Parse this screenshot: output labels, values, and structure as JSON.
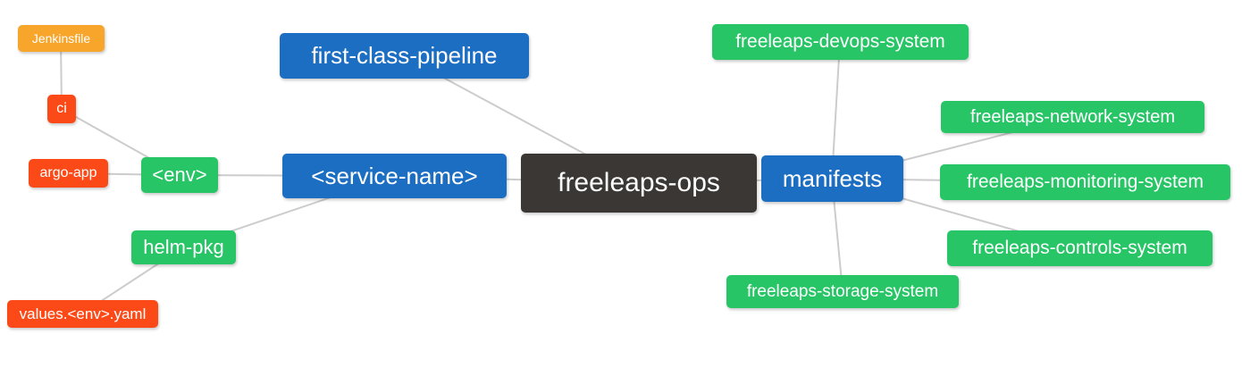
{
  "diagram": {
    "colors": {
      "blue": "#1C6EC2",
      "green": "#27C566",
      "orange": "#F7A52B",
      "red": "#FB4A17",
      "dark": "#3B3734",
      "edge": "#CCCCCC",
      "text": "#FFFFFF"
    },
    "nodes": {
      "jenkinsfile": {
        "label": "Jenkinsfile",
        "color": "orange"
      },
      "ci": {
        "label": "ci",
        "color": "red"
      },
      "argo_app": {
        "label": "argo-app",
        "color": "red"
      },
      "env": {
        "label": "<env>",
        "color": "green"
      },
      "helm_pkg": {
        "label": "helm-pkg",
        "color": "green"
      },
      "values_env_yaml": {
        "label": "values.<env>.yaml",
        "color": "red"
      },
      "first_class_pipeline": {
        "label": "first-class-pipeline",
        "color": "blue"
      },
      "service_name": {
        "label": "<service-name>",
        "color": "blue"
      },
      "freeleaps_ops": {
        "label": "freeleaps-ops",
        "color": "dark"
      },
      "manifests": {
        "label": "manifests",
        "color": "blue"
      },
      "devops_system": {
        "label": "freeleaps-devops-system",
        "color": "green"
      },
      "network_system": {
        "label": "freeleaps-network-system",
        "color": "green"
      },
      "monitoring_system": {
        "label": "freeleaps-monitoring-system",
        "color": "green"
      },
      "controls_system": {
        "label": "freeleaps-controls-system",
        "color": "green"
      },
      "storage_system": {
        "label": "freeleaps-storage-system",
        "color": "green"
      }
    },
    "edges": [
      [
        "jenkinsfile",
        "ci"
      ],
      [
        "ci",
        "env"
      ],
      [
        "argo_app",
        "env"
      ],
      [
        "env",
        "service_name"
      ],
      [
        "helm_pkg",
        "service_name"
      ],
      [
        "values_env_yaml",
        "helm_pkg"
      ],
      [
        "first_class_pipeline",
        "freeleaps_ops"
      ],
      [
        "service_name",
        "freeleaps_ops"
      ],
      [
        "freeleaps_ops",
        "manifests"
      ],
      [
        "manifests",
        "devops_system"
      ],
      [
        "manifests",
        "network_system"
      ],
      [
        "manifests",
        "monitoring_system"
      ],
      [
        "manifests",
        "controls_system"
      ],
      [
        "manifests",
        "storage_system"
      ]
    ]
  }
}
